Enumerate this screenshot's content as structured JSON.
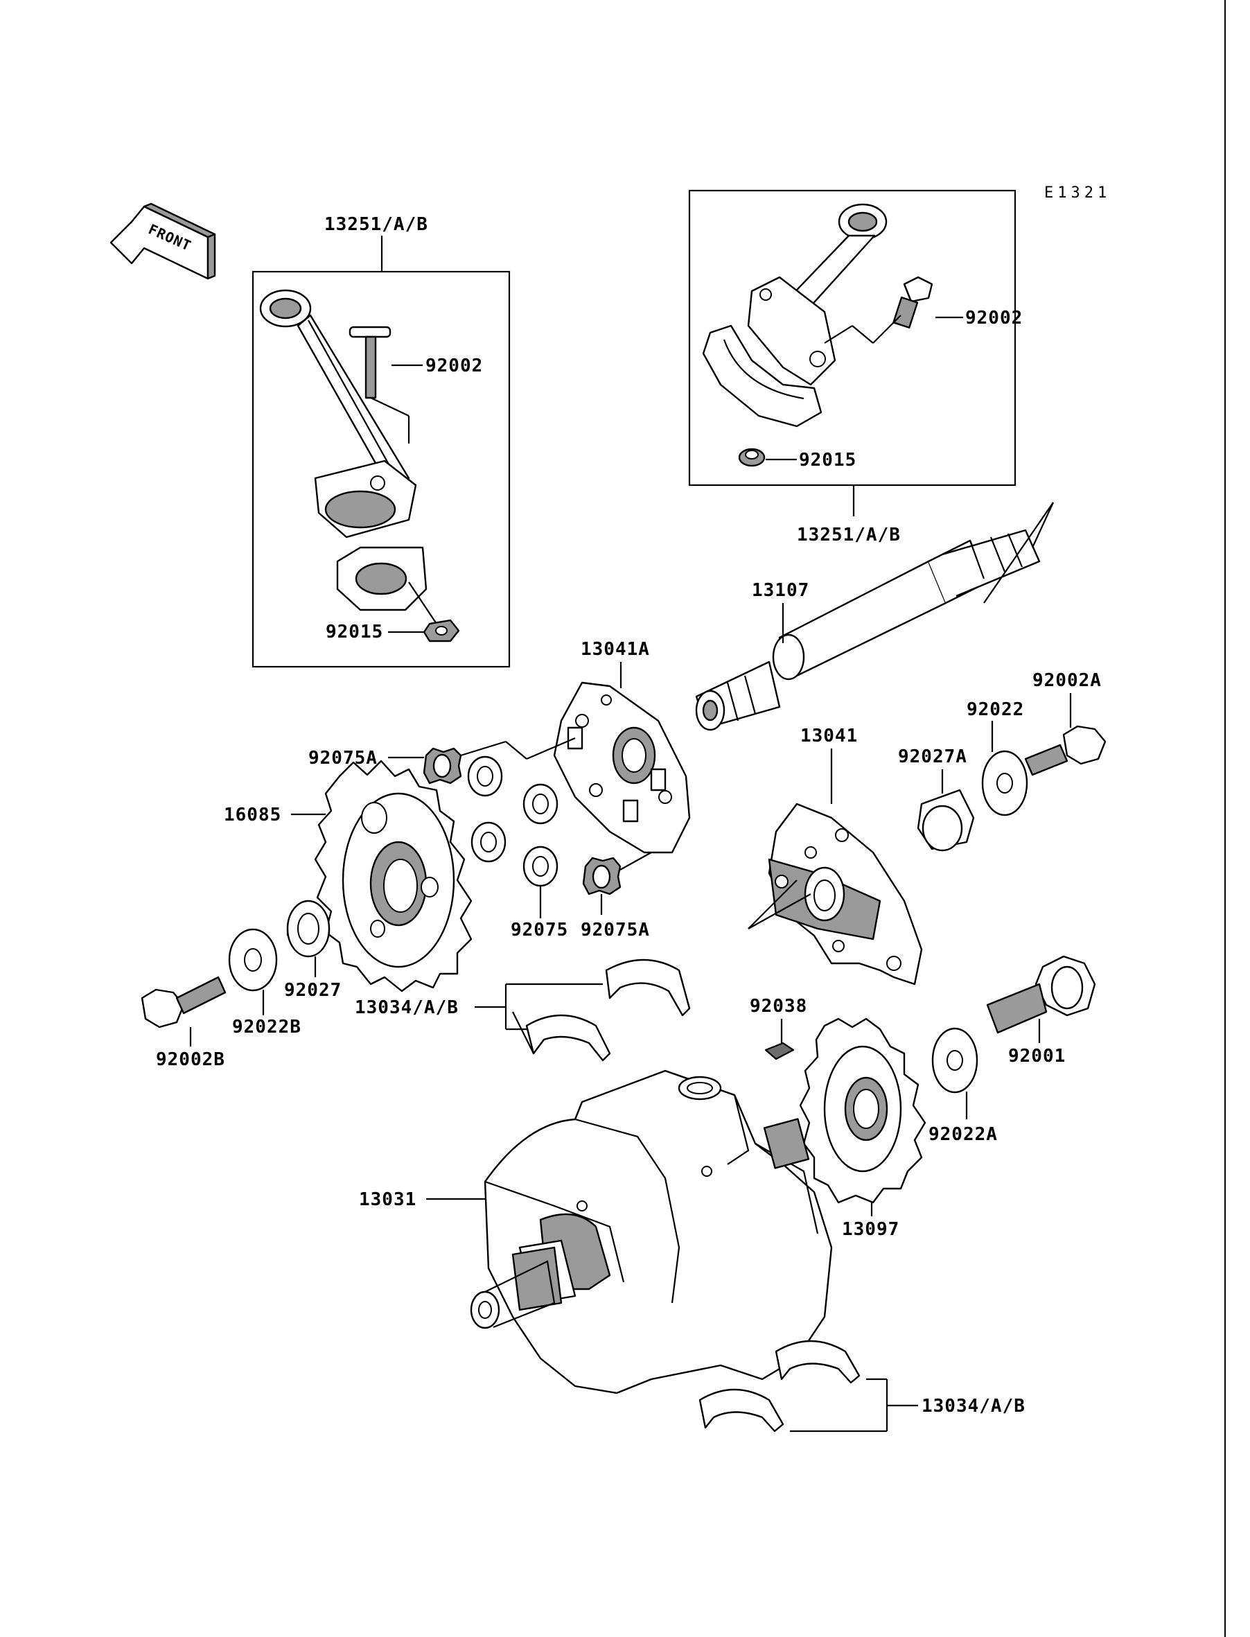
{
  "diagram": {
    "code": "E1321",
    "front_label": "FRONT",
    "callouts": {
      "c13251_left": "13251/A/B",
      "c92002_left": "92002",
      "c92015_left": "92015",
      "c92002_right": "92002",
      "c92015_right": "92015",
      "c13251_right": "13251/A/B",
      "c13107": "13107",
      "c13041A": "13041A",
      "c92075A_top": "92075A",
      "c16085": "16085",
      "c92075": "92075",
      "c92075A_bottom": "92075A",
      "c13041": "13041",
      "c92002A": "92002A",
      "c92022": "92022",
      "c92027A": "92027A",
      "c92027": "92027",
      "c92022B": "92022B",
      "c92002B": "92002B",
      "c13034_top": "13034/A/B",
      "c92038": "92038",
      "c92001": "92001",
      "c92022A": "92022A",
      "c13097": "13097",
      "c13031": "13031",
      "c13034_bottom": "13034/A/B"
    }
  }
}
